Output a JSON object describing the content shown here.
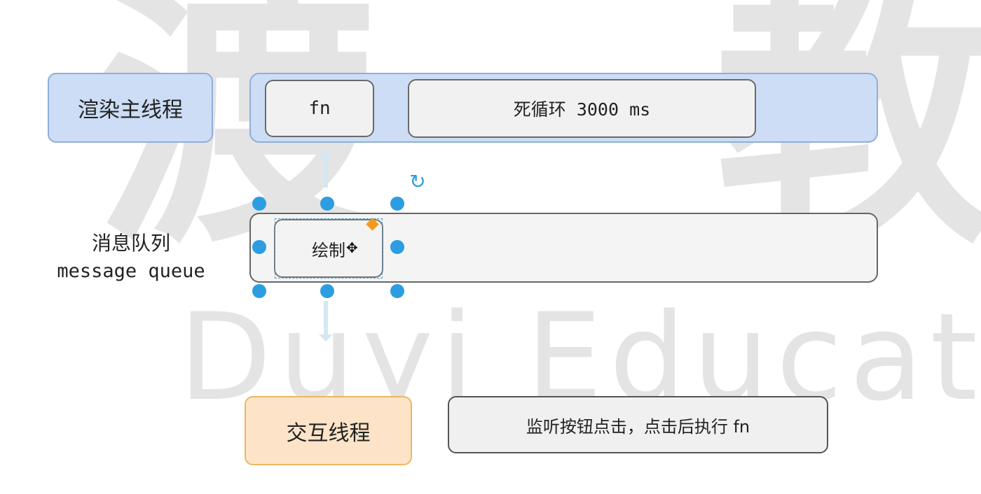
{
  "watermark": {
    "char_1": "渡",
    "char_2": "教",
    "english": "Duyi Educat"
  },
  "main_thread": {
    "label": "渲染主线程",
    "tasks": [
      {
        "label": "fn"
      },
      {
        "label": "死循环 3000 ms"
      }
    ]
  },
  "message_queue": {
    "label_cn": "消息队列",
    "label_en": "message queue",
    "tasks": [
      {
        "label": "绘制",
        "selected": true
      }
    ]
  },
  "interaction_thread": {
    "label": "交互线程",
    "task": "监听按钮点击，点击后执行 fn"
  },
  "colors": {
    "main_thread_fill": "#ccddf5",
    "interaction_fill": "#fde4c8",
    "selection_handle": "#2c9de1",
    "anchor": "#f29a1f"
  },
  "icons": [
    "rotate-icon",
    "move-cursor-icon",
    "connector-arrow-icon",
    "resize-handle-icon"
  ]
}
